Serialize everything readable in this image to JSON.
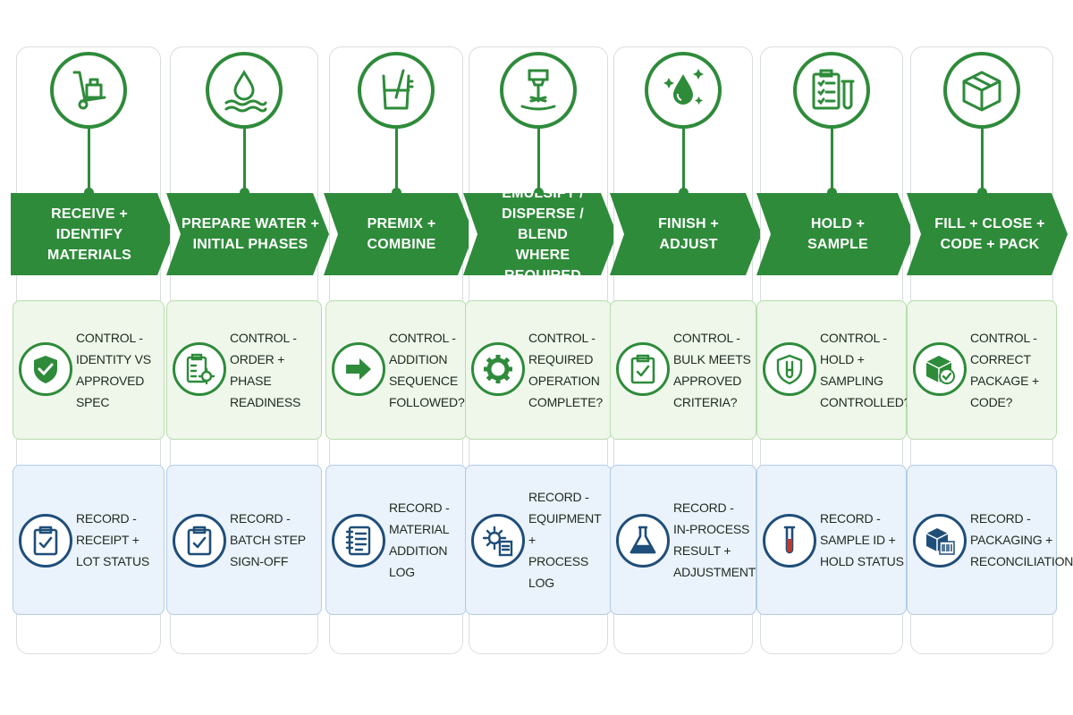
{
  "colors": {
    "green": "#2e8b3a",
    "navy": "#1f4e79",
    "control_bg": "#eef7ea",
    "record_bg": "#eaf2fb"
  },
  "steps": [
    {
      "title": "RECEIVE +\nIDENTIFY MATERIALS",
      "icon": "hand-truck-icon",
      "control": {
        "text": "CONTROL -\nIDENTITY VS\nAPPROVED SPEC",
        "icon": "shield-check-icon"
      },
      "record": {
        "text": "RECORD -\nRECEIPT +\nLOT STATUS",
        "icon": "clipboard-check-icon"
      }
    },
    {
      "title": "PREPARE WATER +\nINITIAL PHASES",
      "icon": "water-drop-icon",
      "control": {
        "text": "CONTROL -\nORDER +\nPHASE READINESS",
        "icon": "checklist-gear-icon"
      },
      "record": {
        "text": "RECORD -\nBATCH STEP\nSIGN-OFF",
        "icon": "clipboard-check-icon"
      }
    },
    {
      "title": "PREMIX +\nCOMBINE",
      "icon": "beaker-icon",
      "control": {
        "text": "CONTROL -\nADDITION\nSEQUENCE\nFOLLOWED?",
        "icon": "arrow-right-icon"
      },
      "record": {
        "text": "RECORD -\nMATERIAL\nADDITION LOG",
        "icon": "logbook-icon"
      }
    },
    {
      "title": "EMULSIFY /\nDISPERSE / BLEND\nWHERE REQUIRED",
      "icon": "mixer-icon",
      "control": {
        "text": "CONTROL -\nREQUIRED\nOPERATION\nCOMPLETE?",
        "icon": "gear-icon"
      },
      "record": {
        "text": "RECORD -\nEQUIPMENT +\nPROCESS LOG",
        "icon": "gear-document-icon"
      }
    },
    {
      "title": "FINISH +\nADJUST",
      "icon": "sparkle-drop-icon",
      "control": {
        "text": "CONTROL -\nBULK MEETS\nAPPROVED\nCRITERIA?",
        "icon": "clipboard-check-icon"
      },
      "record": {
        "text": "RECORD -\nIN-PROCESS\nRESULT +\nADJUSTMENT",
        "icon": "flask-icon"
      }
    },
    {
      "title": "HOLD +\nSAMPLE",
      "icon": "clipboard-test-tube-icon",
      "control": {
        "text": "CONTROL -\nHOLD +\nSAMPLING\nCONTROLLED?",
        "icon": "shield-test-tube-icon"
      },
      "record": {
        "text": "RECORD -\nSAMPLE ID +\nHOLD STATUS",
        "icon": "test-tube-icon"
      }
    },
    {
      "title": "FILL + CLOSE +\nCODE + PACK",
      "icon": "box-icon",
      "control": {
        "text": "CONTROL -\nCORRECT\nPACKAGE +\nCODE?",
        "icon": "box-check-icon"
      },
      "record": {
        "text": "RECORD -\nPACKAGING +\nRECONCILIATION",
        "icon": "box-barcode-icon"
      }
    }
  ]
}
